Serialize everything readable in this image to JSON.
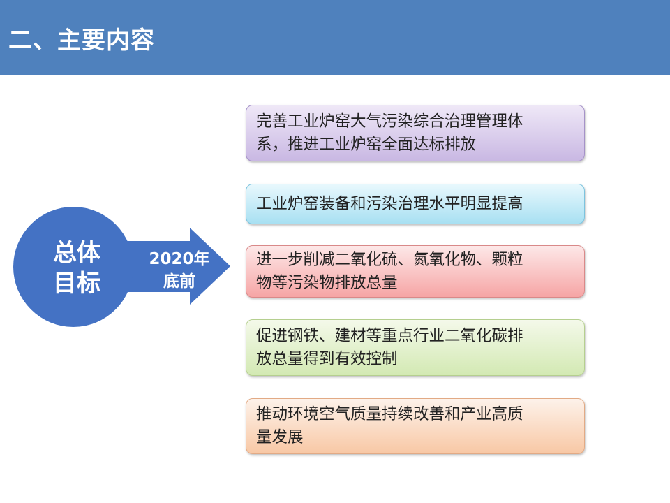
{
  "header": {
    "title": "二、主要内容"
  },
  "goal": {
    "circle_lines": [
      "总体",
      "目标"
    ],
    "arrow_lines": [
      "2020年",
      "底前"
    ]
  },
  "colors": {
    "header": "#4f81bd",
    "shape": "#4472c4"
  },
  "boxes": [
    {
      "lines": [
        "完善工业炉窑大气污染综合治理管理体",
        "系，推进工业炉窑全面达标排放"
      ]
    },
    {
      "lines": [
        "工业炉窑装备和污染治理水平明显提高"
      ]
    },
    {
      "lines": [
        "进一步削减二氧化硫、氮氧化物、颗粒",
        "物等污染物排放总量"
      ]
    },
    {
      "lines": [
        "促进钢铁、建材等重点行业二氧化碳排",
        "放总量得到有效控制"
      ]
    },
    {
      "lines": [
        "推动环境空气质量持续改善和产业高质",
        "量发展"
      ]
    }
  ]
}
